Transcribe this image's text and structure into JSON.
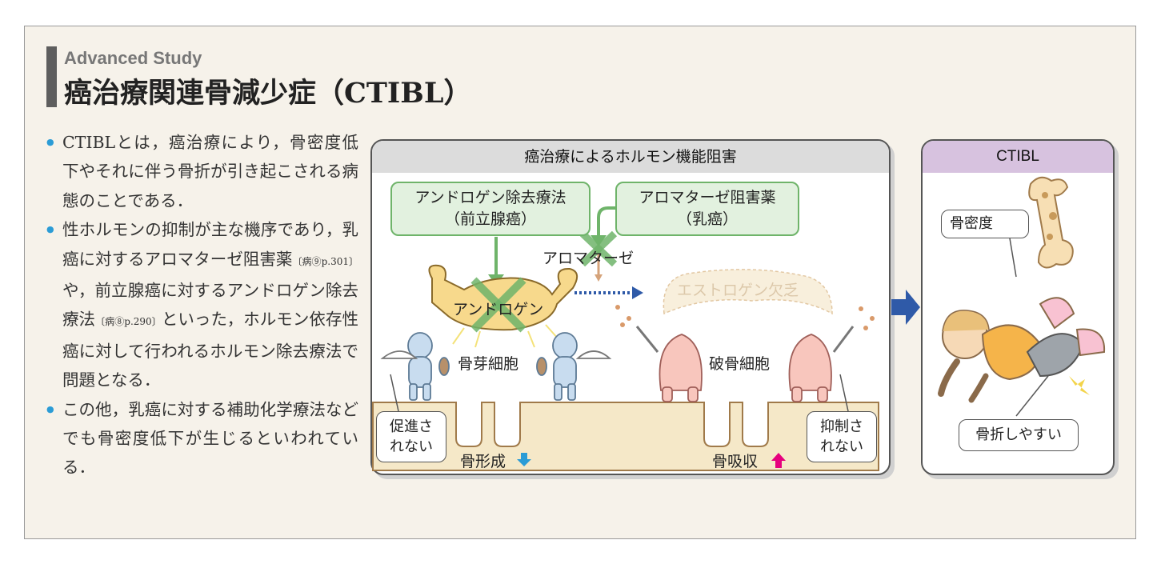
{
  "header": {
    "subtitle": "Advanced Study",
    "title": "癌治療関連骨減少症（CTIBL）"
  },
  "bullets": [
    {
      "text": "CTIBLとは，癌治療により，骨密度低下やそれに伴う骨折が引き起こされる病態のことである．"
    },
    {
      "part1": "性ホルモンの抑制が主な機序であり，乳癌に対するアロマターゼ阻害薬",
      "ref1": "〔病⑨p.301〕",
      "part2": "や，前立腺癌に対するアンドロゲン除去療法",
      "ref2": "〔病⑧p.290〕",
      "part3": "といった，ホルモン依存性癌に対して行われるホルモン除去療法で問題となる．"
    },
    {
      "text": "この他，乳癌に対する補助化学療法などでも骨密度低下が生じるといわれている．"
    }
  ],
  "diagram": {
    "mechanism_title": "癌治療によるホルモン機能阻害",
    "therapy_left_1": "アンドロゲン除去療法",
    "therapy_left_2": "（前立腺癌）",
    "therapy_right_1": "アロマターゼ阻害薬",
    "therapy_right_2": "（乳癌）",
    "aromatase": "アロマターゼ",
    "androgen": "アンドロゲン",
    "estrogen_deficiency": "エストロゲン欠乏",
    "osteoblast": "骨芽細胞",
    "osteoclast": "破骨細胞",
    "not_promoted_1": "促進さ",
    "not_promoted_2": "れない",
    "not_inhibited_1": "抑制さ",
    "not_inhibited_2": "れない",
    "bone_formation": "骨形成",
    "bone_resorption": "骨吸収",
    "ctibl_title": "CTIBL",
    "bone_density": "骨密度",
    "fracture_prone": "骨折しやすい"
  },
  "colors": {
    "bullet": "#2b9cd6",
    "down_arrow": "#2b9cd6",
    "up_arrow": "#e6007e",
    "green": "#6fb46a",
    "ctibl_header": "#d7c2df",
    "big_arrow": "#2f5aa8"
  }
}
